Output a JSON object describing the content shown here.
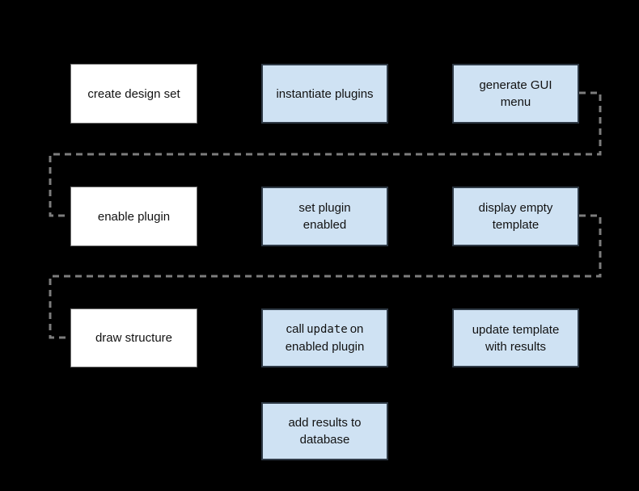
{
  "diagram": {
    "type": "flowchart",
    "background_color": "#000000",
    "connector_color": "#7d7d7d",
    "white_node_fill": "#ffffff",
    "blue_node_fill": "#cfe2f3",
    "node_border_color": "#2f3a46",
    "text_color": "#121212",
    "nodes": [
      {
        "id": "create-design-set",
        "label": "create design set",
        "fill": "white"
      },
      {
        "id": "instantiate-plugins",
        "label": "instantiate plugins",
        "fill": "blue"
      },
      {
        "id": "generate-gui-menu",
        "label": "generate GUI menu",
        "fill": "blue"
      },
      {
        "id": "enable-plugin",
        "label": "enable plugin",
        "fill": "white"
      },
      {
        "id": "set-plugin-enabled",
        "label": "set plugin enabled",
        "fill": "blue"
      },
      {
        "id": "display-empty-template",
        "label": "display empty template",
        "fill": "blue"
      },
      {
        "id": "draw-structure",
        "label": "draw structure",
        "fill": "white"
      },
      {
        "id": "call-update-on-enabled-plugin",
        "label": "call update on enabled plugin",
        "prefix": "call",
        "code": "update",
        "suffix": "on enabled plugin",
        "fill": "blue"
      },
      {
        "id": "update-template-with-results",
        "label": "update template with results",
        "fill": "blue"
      },
      {
        "id": "add-results-to-database",
        "label": "add results to database",
        "fill": "blue"
      }
    ],
    "connectors": [
      {
        "from": "generate-gui-menu",
        "to": "enable-plugin",
        "style": "dashed"
      },
      {
        "from": "display-empty-template",
        "to": "draw-structure",
        "style": "dashed"
      }
    ]
  }
}
